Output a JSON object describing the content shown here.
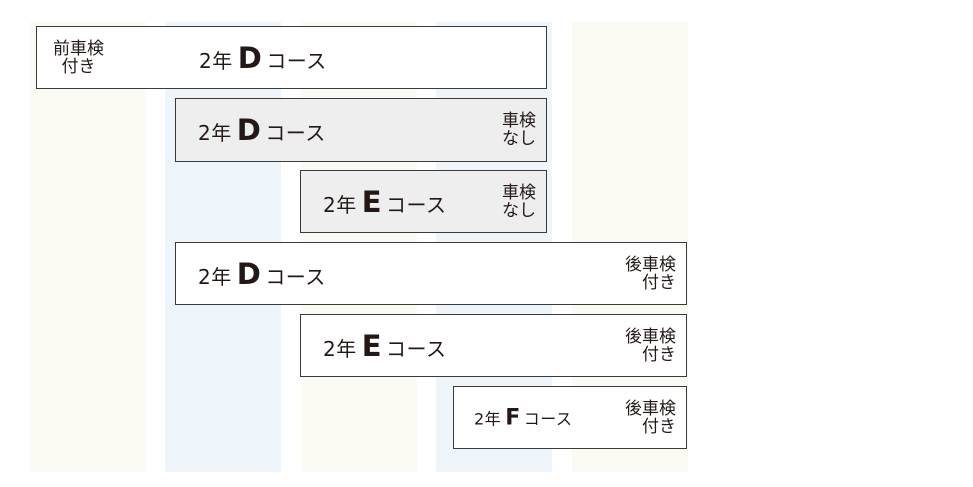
{
  "colors": {
    "band_cream": "#fbfbf3",
    "band_blue": "#eef6fb",
    "box_gray": "#eeeeee",
    "box_white": "#ffffff",
    "border": "#3a3a3a",
    "text": "#231815"
  },
  "plans": [
    {
      "prefix": "2年",
      "course": "D",
      "suffix": "コース",
      "note_line1": "前車検",
      "note_line2": "付き",
      "style": "white"
    },
    {
      "prefix": "2年",
      "course": "D",
      "suffix": "コース",
      "note_line1": "車検",
      "note_line2": "なし",
      "style": "gray"
    },
    {
      "prefix": "2年",
      "course": "E",
      "suffix": "コース",
      "note_line1": "車検",
      "note_line2": "なし",
      "style": "gray"
    },
    {
      "prefix": "2年",
      "course": "D",
      "suffix": "コース",
      "note_line1": "後車検",
      "note_line2": "付き",
      "style": "white"
    },
    {
      "prefix": "2年",
      "course": "E",
      "suffix": "コース",
      "note_line1": "後車検",
      "note_line2": "付き",
      "style": "white"
    },
    {
      "prefix": "2年",
      "course": "F",
      "suffix": "コース",
      "note_line1": "後車検",
      "note_line2": "付き",
      "style": "white"
    }
  ]
}
